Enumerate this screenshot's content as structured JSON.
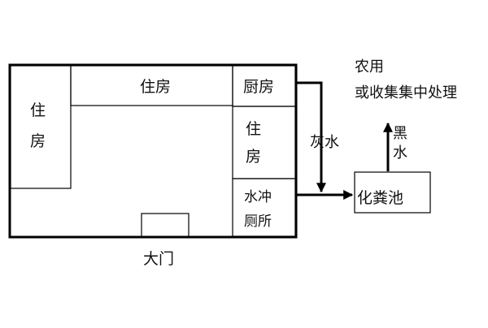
{
  "labels": {
    "left_room": [
      "住",
      "房"
    ],
    "top_room": "住房",
    "kitchen": "厨房",
    "right_room": [
      "住",
      "房"
    ],
    "toilet": [
      "水冲",
      "厕所"
    ],
    "gate": "大门",
    "grey_water": "灰水",
    "septic_tank": "化粪池",
    "black_water": [
      "黑",
      "水"
    ],
    "destination": [
      "农用",
      "或收集集中处理"
    ]
  },
  "colors": {
    "line": "#000000",
    "text": "#111111",
    "background": "#ffffff"
  }
}
